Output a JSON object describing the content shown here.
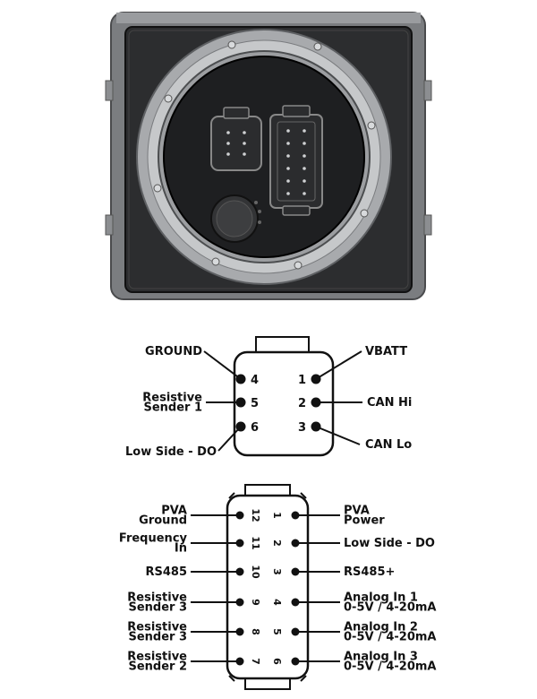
{
  "connector6": {
    "pins": [
      {
        "num": "4",
        "label": [
          "GROUND"
        ]
      },
      {
        "num": "1",
        "label": [
          "VBATT"
        ]
      },
      {
        "num": "5",
        "label": [
          "Resistive",
          "Sender 1"
        ]
      },
      {
        "num": "2",
        "label": [
          "CAN Hi"
        ]
      },
      {
        "num": "6",
        "label": [
          "Low Side - DO"
        ]
      },
      {
        "num": "3",
        "label": [
          "CAN Lo"
        ]
      }
    ]
  },
  "connector12": {
    "left": [
      {
        "num": "12",
        "label": [
          "PVA",
          "Ground"
        ]
      },
      {
        "num": "11",
        "label": [
          "Frequency",
          "In"
        ]
      },
      {
        "num": "10",
        "label": [
          "RS485"
        ]
      },
      {
        "num": "9",
        "label": [
          "Resistive",
          "Sender 3"
        ]
      },
      {
        "num": "8",
        "label": [
          "Resistive",
          "Sender 3"
        ]
      },
      {
        "num": "7",
        "label": [
          "Resistive",
          "Sender 2"
        ]
      }
    ],
    "right": [
      {
        "num": "1",
        "label": [
          "PVA",
          "Power"
        ]
      },
      {
        "num": "2",
        "label": [
          "Low Side - DO"
        ]
      },
      {
        "num": "3",
        "label": [
          "RS485+"
        ]
      },
      {
        "num": "4",
        "label": [
          "Analog In 1",
          "0-5V / 4-20mA"
        ]
      },
      {
        "num": "5",
        "label": [
          "Analog In 2",
          "0-5V / 4-20mA"
        ]
      },
      {
        "num": "6",
        "label": [
          "Analog In 3",
          "0-5V / 4-20mA"
        ]
      }
    ]
  }
}
